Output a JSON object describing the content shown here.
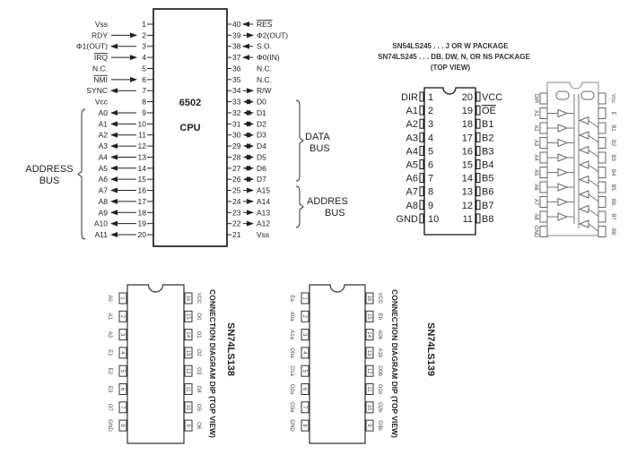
{
  "cpu6502": {
    "name": "6502",
    "subtitle": "CPU",
    "left_pins": [
      {
        "num": "1",
        "label": "Vss",
        "dir": "none"
      },
      {
        "num": "2",
        "label": "RDY",
        "dir": "in"
      },
      {
        "num": "3",
        "label": "Φ1(OUT)",
        "dir": "out"
      },
      {
        "num": "4",
        "label": "IRQ",
        "dir": "in",
        "bar": true
      },
      {
        "num": "5",
        "label": "N.C.",
        "dir": "none"
      },
      {
        "num": "6",
        "label": "NMI",
        "dir": "in",
        "bar": true
      },
      {
        "num": "7",
        "label": "SYNC",
        "dir": "out"
      },
      {
        "num": "8",
        "label": "Vcc",
        "dir": "none"
      },
      {
        "num": "9",
        "label": "A0",
        "dir": "out"
      },
      {
        "num": "10",
        "label": "A1",
        "dir": "out"
      },
      {
        "num": "11",
        "label": "A2",
        "dir": "out"
      },
      {
        "num": "12",
        "label": "A3",
        "dir": "out"
      },
      {
        "num": "13",
        "label": "A4",
        "dir": "out"
      },
      {
        "num": "14",
        "label": "A5",
        "dir": "out"
      },
      {
        "num": "15",
        "label": "A6",
        "dir": "out"
      },
      {
        "num": "16",
        "label": "A7",
        "dir": "out"
      },
      {
        "num": "17",
        "label": "A8",
        "dir": "out"
      },
      {
        "num": "18",
        "label": "A9",
        "dir": "out"
      },
      {
        "num": "19",
        "label": "A10",
        "dir": "out"
      },
      {
        "num": "20",
        "label": "A11",
        "dir": "out"
      }
    ],
    "right_pins": [
      {
        "num": "40",
        "label": "RES",
        "dir": "in",
        "bar": true
      },
      {
        "num": "39",
        "label": "Φ2(OUT)",
        "dir": "out"
      },
      {
        "num": "38",
        "label": "S.O.",
        "dir": "in"
      },
      {
        "num": "37",
        "label": "Φ0(IN)",
        "dir": "in"
      },
      {
        "num": "36",
        "label": "N.C.",
        "dir": "none"
      },
      {
        "num": "35",
        "label": "N.C.",
        "dir": "none"
      },
      {
        "num": "34",
        "label": "R/W",
        "dir": "out"
      },
      {
        "num": "33",
        "label": "D0",
        "dir": "bi"
      },
      {
        "num": "32",
        "label": "D1",
        "dir": "bi"
      },
      {
        "num": "31",
        "label": "D2",
        "dir": "bi"
      },
      {
        "num": "30",
        "label": "D3",
        "dir": "bi"
      },
      {
        "num": "29",
        "label": "D4",
        "dir": "bi"
      },
      {
        "num": "28",
        "label": "D5",
        "dir": "bi"
      },
      {
        "num": "27",
        "label": "D6",
        "dir": "bi"
      },
      {
        "num": "26",
        "label": "D7",
        "dir": "bi"
      },
      {
        "num": "25",
        "label": "A15",
        "dir": "out"
      },
      {
        "num": "24",
        "label": "A14",
        "dir": "out"
      },
      {
        "num": "23",
        "label": "A13",
        "dir": "out"
      },
      {
        "num": "22",
        "label": "A12",
        "dir": "out"
      },
      {
        "num": "21",
        "label": "Vss",
        "dir": "none"
      }
    ],
    "groups": {
      "address_left": [
        "ADDRESS",
        "BUS"
      ],
      "data": [
        "DATA",
        "BUS"
      ],
      "address_right": [
        "ADDRES",
        "BUS"
      ]
    }
  },
  "ls245": {
    "title_lines": [
      "SN54LS245 . . . J OR W PACKAGE",
      "SN74LS245 . . .  DB, DW,  N, OR NS PACKAGE",
      "(TOP VIEW)"
    ],
    "left_pins": [
      {
        "num": "1",
        "label": "DIR"
      },
      {
        "num": "2",
        "label": "A1"
      },
      {
        "num": "3",
        "label": "A2"
      },
      {
        "num": "4",
        "label": "A3"
      },
      {
        "num": "5",
        "label": "A4"
      },
      {
        "num": "6",
        "label": "A5"
      },
      {
        "num": "7",
        "label": "A6"
      },
      {
        "num": "8",
        "label": "A7"
      },
      {
        "num": "9",
        "label": "A8"
      },
      {
        "num": "10",
        "label": "GND"
      }
    ],
    "right_pins": [
      {
        "num": "20",
        "label": "VCC"
      },
      {
        "num": "19",
        "label": "OE",
        "bar": true
      },
      {
        "num": "18",
        "label": "B1"
      },
      {
        "num": "17",
        "label": "B2"
      },
      {
        "num": "16",
        "label": "B3"
      },
      {
        "num": "15",
        "label": "B4"
      },
      {
        "num": "14",
        "label": "B5"
      },
      {
        "num": "13",
        "label": "B6"
      },
      {
        "num": "12",
        "label": "B7"
      },
      {
        "num": "11",
        "label": "B8"
      }
    ],
    "logic_left": [
      "DIR",
      "A1",
      "A2",
      "A3",
      "A4",
      "A5",
      "A6",
      "A7",
      "A8",
      "GND"
    ],
    "logic_right": [
      "Vcc",
      "E",
      "B1",
      "B2",
      "B3",
      "B4",
      "B5",
      "B6",
      "B7",
      "B8"
    ]
  },
  "ls138": {
    "title": "SN74LS138",
    "caption": "CONNECTION DIAGRAM DIP (TOP VIEW)",
    "left_pins": [
      {
        "num": "1",
        "label": "A0"
      },
      {
        "num": "2",
        "label": "A1"
      },
      {
        "num": "3",
        "label": "A2"
      },
      {
        "num": "4",
        "label": "E1"
      },
      {
        "num": "5",
        "label": "E2"
      },
      {
        "num": "6",
        "label": "E3"
      },
      {
        "num": "7",
        "label": "O7"
      },
      {
        "num": "8",
        "label": "GND"
      }
    ],
    "right_pins": [
      {
        "num": "16",
        "label": "VCC"
      },
      {
        "num": "15",
        "label": "O0"
      },
      {
        "num": "14",
        "label": "O1"
      },
      {
        "num": "13",
        "label": "O2"
      },
      {
        "num": "12",
        "label": "O3"
      },
      {
        "num": "11",
        "label": "O4"
      },
      {
        "num": "10",
        "label": "O5"
      },
      {
        "num": "9",
        "label": "O6"
      }
    ]
  },
  "ls139": {
    "title": "SN74LS139",
    "caption": "CONNECTION DIAGRAM DIP (TOP VIEW)",
    "left_pins": [
      {
        "num": "1",
        "label": "Ea"
      },
      {
        "num": "2",
        "label": "A0a"
      },
      {
        "num": "3",
        "label": "A1a"
      },
      {
        "num": "4",
        "label": "O0a"
      },
      {
        "num": "5",
        "label": "O1a"
      },
      {
        "num": "6",
        "label": "O2a"
      },
      {
        "num": "7",
        "label": "O3a"
      },
      {
        "num": "8",
        "label": "GND"
      }
    ],
    "right_pins": [
      {
        "num": "16",
        "label": "VCC"
      },
      {
        "num": "15",
        "label": "Eb"
      },
      {
        "num": "14",
        "label": "A0b"
      },
      {
        "num": "13",
        "label": "A1b"
      },
      {
        "num": "12",
        "label": "O0b"
      },
      {
        "num": "11",
        "label": "O1b"
      },
      {
        "num": "10",
        "label": "O2b"
      },
      {
        "num": "9",
        "label": "O3b"
      }
    ]
  }
}
